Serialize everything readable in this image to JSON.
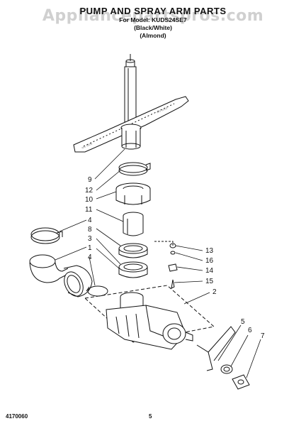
{
  "header": {
    "title": "PUMP AND SPRAY ARM PARTS",
    "model_line": "For Model: KUDS24SE7",
    "color_line_1": "(Black/White)",
    "color_line_2": "(Almond)"
  },
  "watermark": "Appliancepartspros.com",
  "callouts": {
    "c9": "9",
    "c12": "12",
    "c10": "10",
    "c11": "11",
    "c4a": "4",
    "c8": "8",
    "c3": "3",
    "c1": "1",
    "c4b": "4",
    "c13": "13",
    "c16": "16",
    "c14": "14",
    "c15": "15",
    "c2": "2",
    "c5": "5",
    "c6": "6",
    "c7": "7"
  },
  "footer": {
    "code": "4170060",
    "page": "5"
  }
}
